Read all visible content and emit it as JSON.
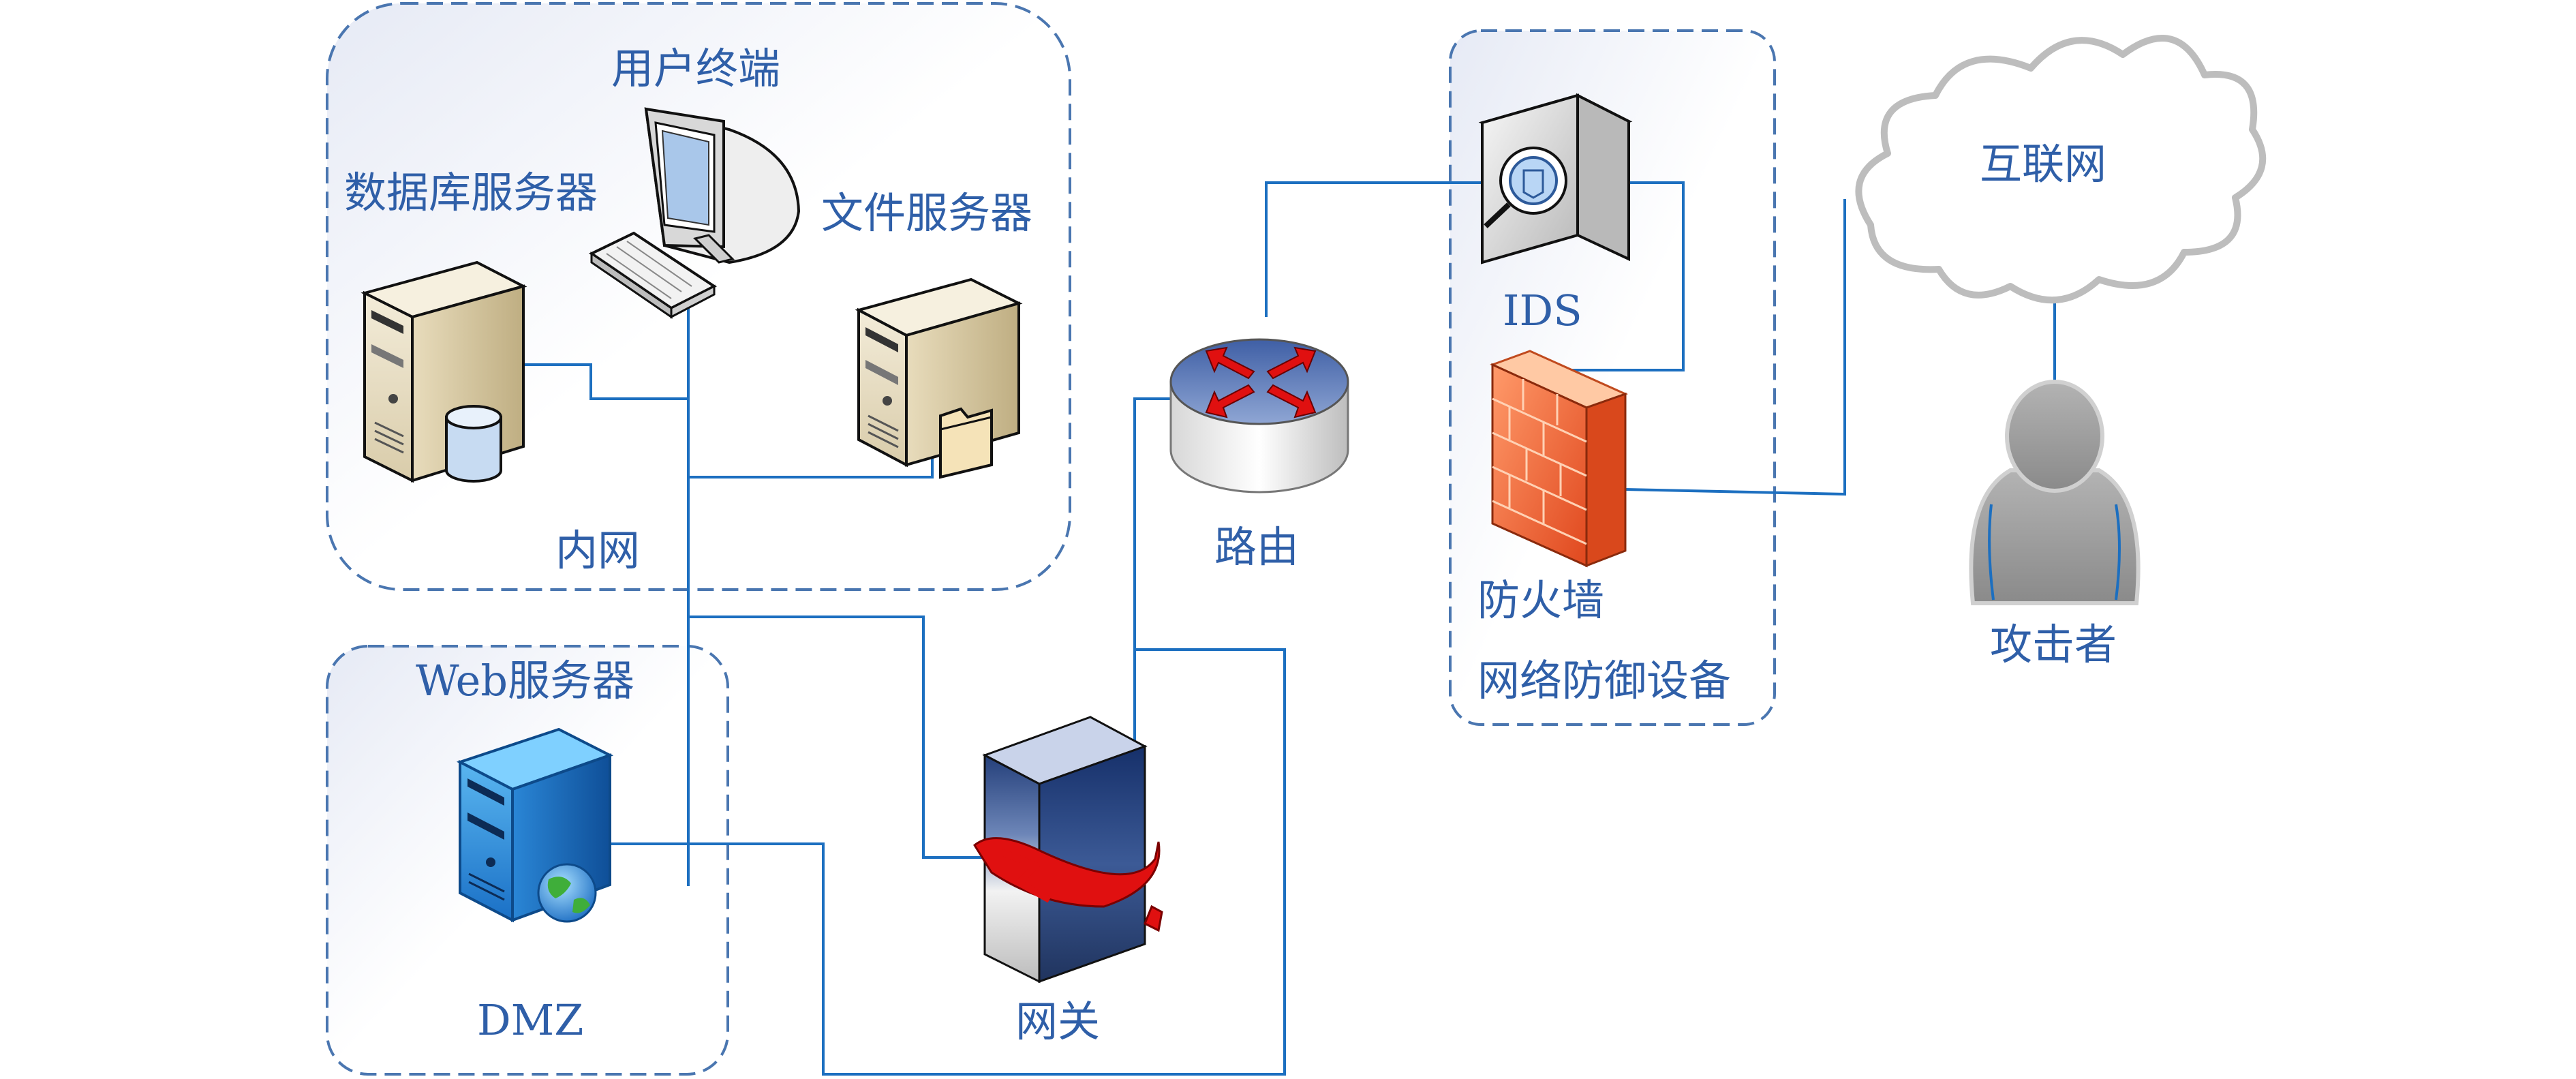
{
  "groups": {
    "intranet": "内网",
    "dmz": "DMZ",
    "defense": "网络防御设备"
  },
  "nodes": {
    "user_terminal": "用户终端",
    "db_server": "数据库服务器",
    "file_server": "文件服务器",
    "web_server": "Web服务器",
    "gateway": "网关",
    "router": "路由",
    "ids": "IDS",
    "firewall": "防火墙",
    "internet": "互联网",
    "attacker": "攻击者"
  },
  "colors": {
    "line": "#1c6fc0",
    "group_border": "#4a76b0",
    "label": "#2f5fa8",
    "firewall": "#f26b3a",
    "arrow_red": "#e01010",
    "web_server_blue": "#1e7fd0",
    "cloud_stroke": "#bdbdbd",
    "attacker_gray": "#9a9a9a"
  }
}
